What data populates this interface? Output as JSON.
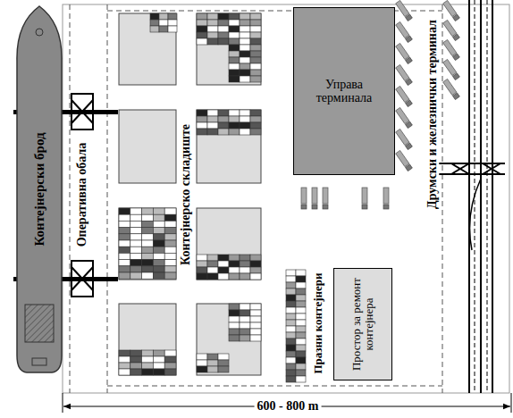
{
  "diagram": {
    "nodes": [
      {
        "text": [
          "Контејнерски брод"
        ]
      },
      {
        "text": [
          "Управа терминала"
        ]
      },
      {
        "text": [
          "Простор за ремонт контејнера"
        ]
      }
    ],
    "labels": [
      "Оперативна обала",
      "Контејнерско складиште",
      "Друмски и железнички терминал",
      "Празни контејнери",
      "600 - 800 m"
    ]
  }
}
